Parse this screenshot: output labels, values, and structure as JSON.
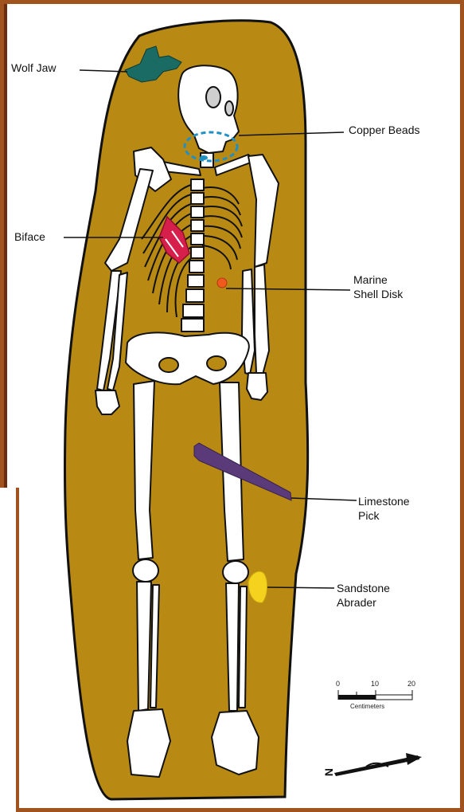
{
  "labels": {
    "wolf_jaw": "Wolf Jaw",
    "copper_beads": "Copper Beads",
    "biface": "Biface",
    "marine_shell_disk_1": "Marine",
    "marine_shell_disk_2": "Shell Disk",
    "limestone_pick_1": "Limestone",
    "limestone_pick_2": "Pick",
    "sandstone_abrader_1": "Sandstone",
    "sandstone_abrader_2": "Abrader"
  },
  "scale_bar": {
    "ticks": [
      "0",
      "10",
      "20"
    ],
    "unit": "Centimeters"
  },
  "north_arrow": {
    "letter": "N"
  },
  "colors": {
    "border": "#a0521f",
    "grave_fill": "#b88a14",
    "bone": "#ffffff",
    "bone_outline": "#111111",
    "wolf_jaw": "#1a6b63",
    "copper_beads": "#1f8fc4",
    "biface": "#d61f4a",
    "shell_disk": "#f05a1e",
    "limestone_pick": "#5a3a78",
    "sandstone_abrader": "#f5d21e"
  }
}
